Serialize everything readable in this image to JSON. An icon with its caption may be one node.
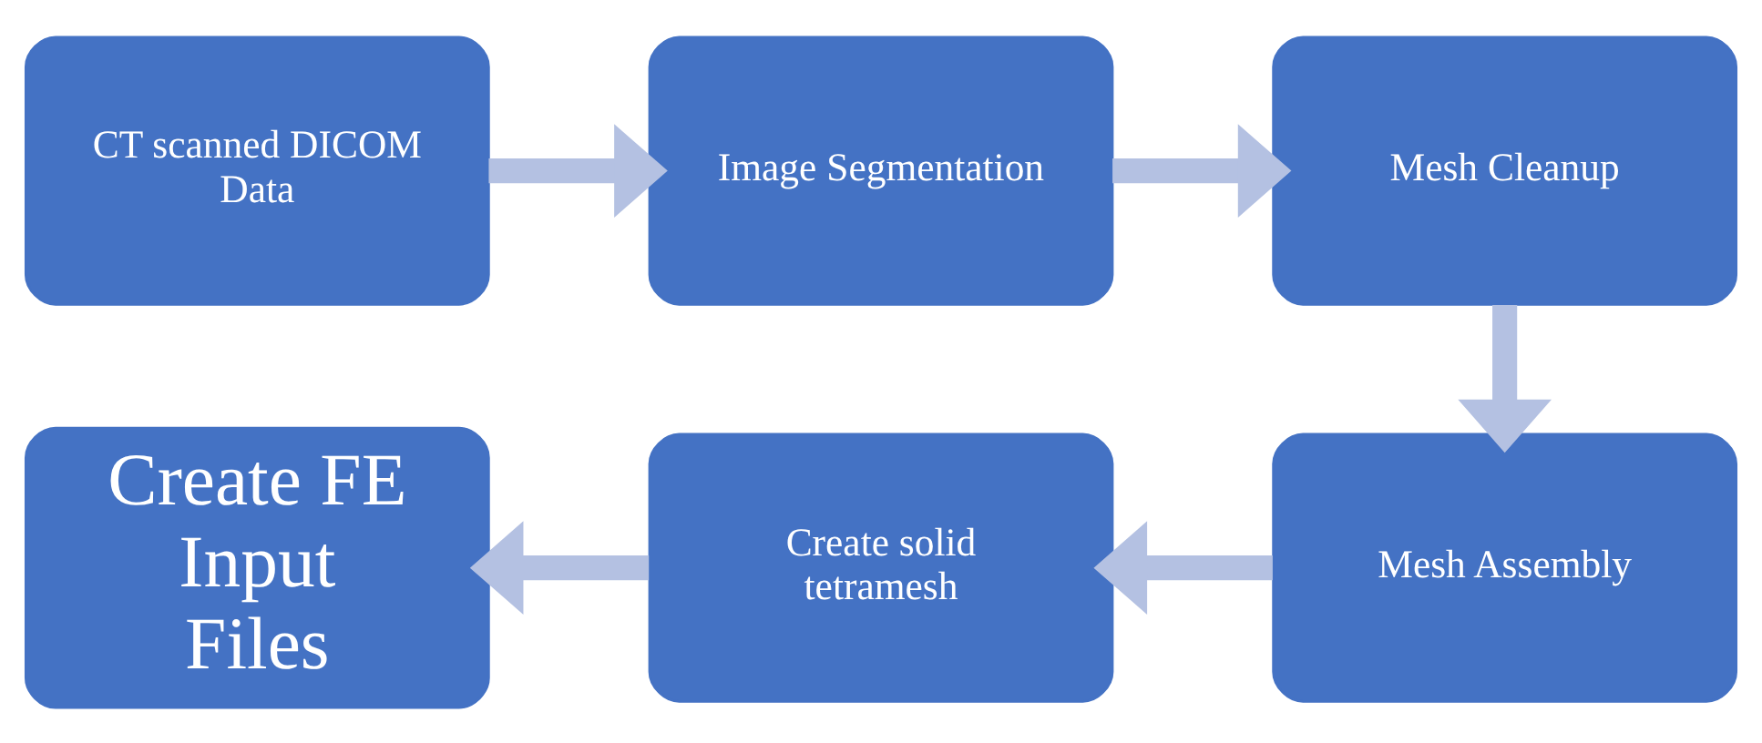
{
  "diagram": {
    "nodes": [
      {
        "text": [
          "CT scanned DICOM Data"
        ]
      },
      {
        "text": [
          "Image Segmentation"
        ]
      },
      {
        "text": [
          "Mesh Cleanup"
        ]
      },
      {
        "text": [
          "Mesh Assembly"
        ]
      },
      {
        "text": [
          "Create solid tetramesh"
        ]
      },
      {
        "text": [
          "Create FE Input Files"
        ]
      }
    ],
    "edges": [
      {
        "from": 0,
        "to": 1,
        "arrow": "to"
      },
      {
        "from": 1,
        "to": 2,
        "arrow": "to"
      },
      {
        "from": 2,
        "to": 3,
        "arrow": "to"
      },
      {
        "from": 3,
        "to": 4,
        "arrow": "to"
      },
      {
        "from": 4,
        "to": 5,
        "arrow": "to"
      }
    ]
  }
}
